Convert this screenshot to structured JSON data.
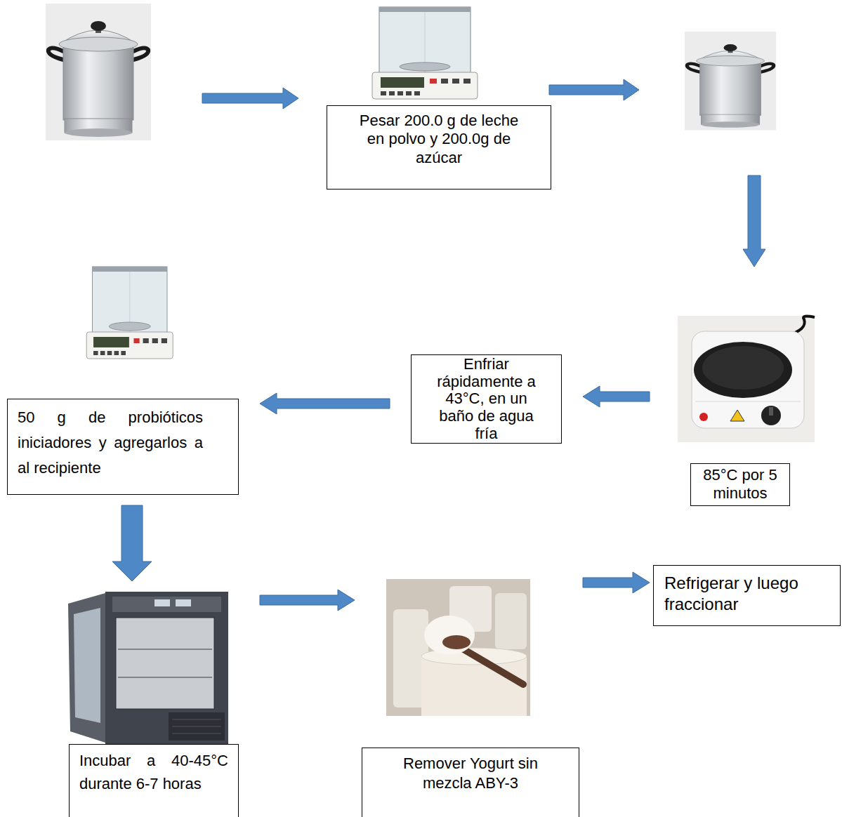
{
  "diagram": {
    "nodes": [
      {
        "text": [
          "Pesar 200.0 g de leche en polvo y 200.0g de azúcar"
        ]
      },
      {
        "text": [
          "85°C por 5 minutos"
        ]
      },
      {
        "text": [
          "Enfriar rápidamente a 43°C, en un baño de agua fría"
        ]
      },
      {
        "text": [
          "50 g de probióticos iniciadores y agregarlos a al recipiente"
        ]
      },
      {
        "text": [
          "Incubar a 40-45°C durante 6-7 horas"
        ]
      },
      {
        "text": [
          "Remover Yogurt sin mezcla ABY-3"
        ]
      },
      {
        "text": [
          "Refrigerar y luego fraccionar"
        ]
      }
    ],
    "edges": [
      {
        "from": 1,
        "to": 2,
        "arrow": "to"
      },
      {
        "from": 2,
        "to": 3,
        "arrow": "to"
      },
      {
        "from": 3,
        "to": 4,
        "arrow": "to"
      },
      {
        "from": 4,
        "to": 5,
        "arrow": "to"
      },
      {
        "from": 5,
        "to": 6,
        "arrow": "to"
      }
    ]
  }
}
